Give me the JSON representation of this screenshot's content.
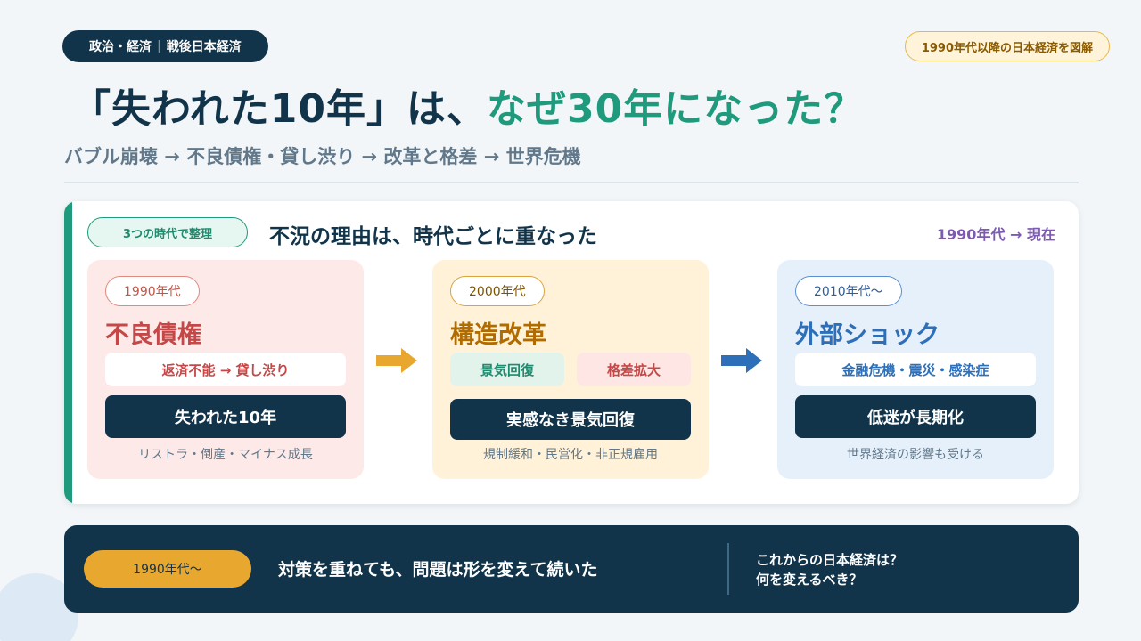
{
  "header": {
    "topic_tag": {
      "left": "政治・経済",
      "right": "戦後日本経済"
    },
    "scope_tag": "1990年代以降の日本経済を図解",
    "title": {
      "main": "「失われた10年」は、",
      "accent": "なぜ30年になった？"
    },
    "subtitle": "バブル崩壊 → 不良債権・貸し渋り → 改革と格差 → 世界危機"
  },
  "panel": {
    "pill": "3つの時代で整理",
    "heading": "不況の理由は、時代ごとに重なった",
    "range": "1990年代 → 現在",
    "cards": [
      {
        "era": "1990年代",
        "title": "不良債権",
        "chip": "返済不能 → 貸し渋り",
        "result": "失われた10年",
        "note": "リストラ・倒産・マイナス成長"
      },
      {
        "era": "2000年代",
        "title": "構造改革",
        "chips": [
          "景気回復",
          "格差拡大"
        ],
        "result": "実感なき景気回復",
        "note": "規制緩和・民営化・非正規雇用"
      },
      {
        "era": "2010年代〜",
        "title": "外部ショック",
        "chip": "金融危機・震災・感染症",
        "result": "低迷が長期化",
        "note": "世界経済の影響も受ける"
      }
    ]
  },
  "footer": {
    "pill": "1990年代〜",
    "message": "対策を重ねても、問題は形を変えて続いた",
    "question_lines": [
      "これからの日本経済は？",
      "何を変えるべき？"
    ]
  },
  "colors": {
    "navy": "#12344a",
    "teal": "#1f9a7c",
    "amber": "#e8a830",
    "red": "#c44848",
    "blue": "#2d6fb8",
    "purple": "#7d5bb3"
  },
  "icons": [
    "arrow-right-icon-amber",
    "arrow-right-icon-blue"
  ]
}
